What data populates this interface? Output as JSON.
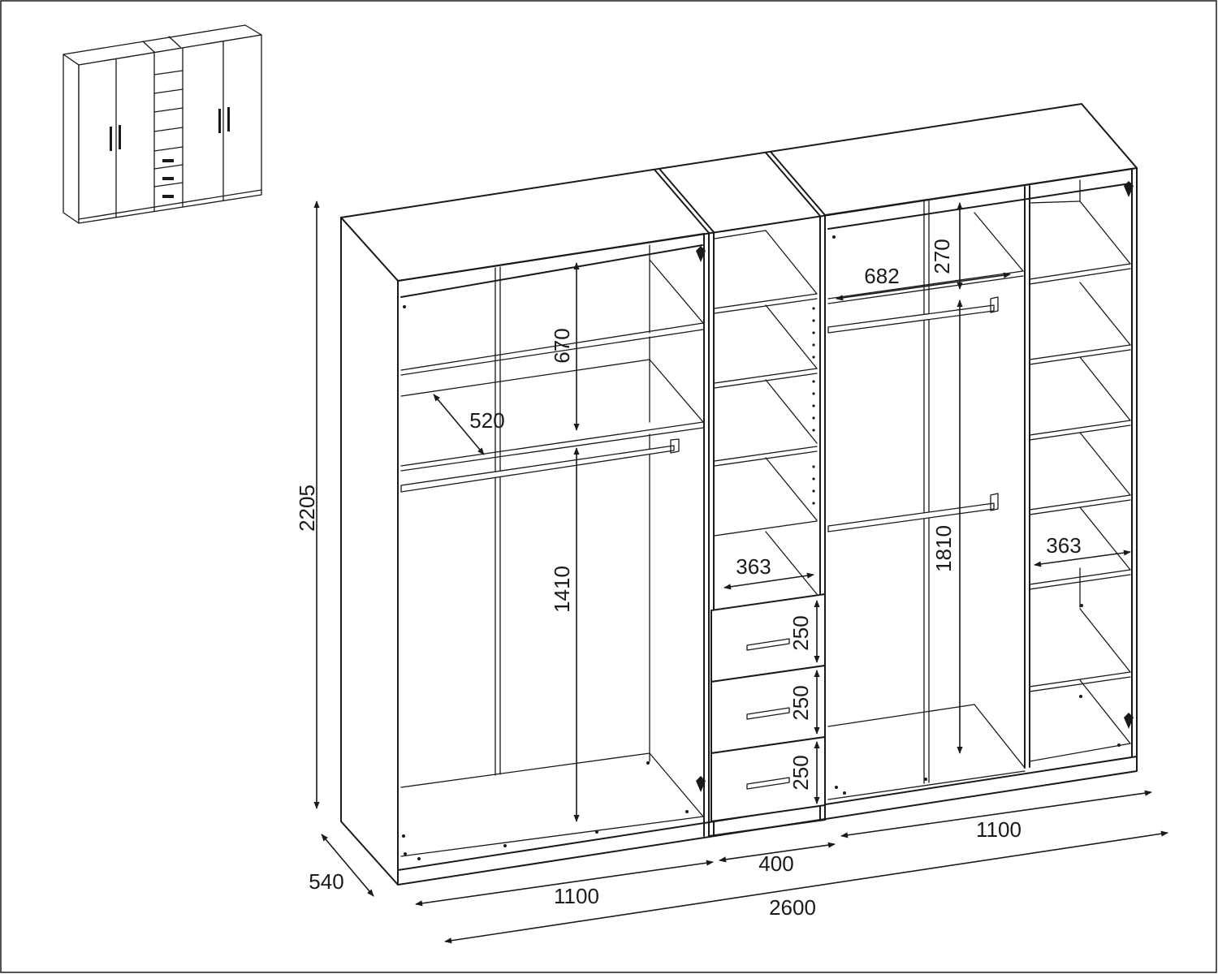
{
  "dimensions": {
    "height_total": "2205",
    "depth": "540",
    "width_total": "2600",
    "width_left": "1100",
    "width_middle": "400",
    "width_right": "1100",
    "left_shelf_gap": "670",
    "left_shelf_depth": "520",
    "left_hanging_height": "1410",
    "right_top_gap": "270",
    "right_rail_width": "682",
    "right_hanging_height": "1810",
    "middle_shelf_width": "363",
    "right_shelf_width": "363",
    "drawer_1_height": "250",
    "drawer_2_height": "250",
    "drawer_3_height": "250"
  }
}
